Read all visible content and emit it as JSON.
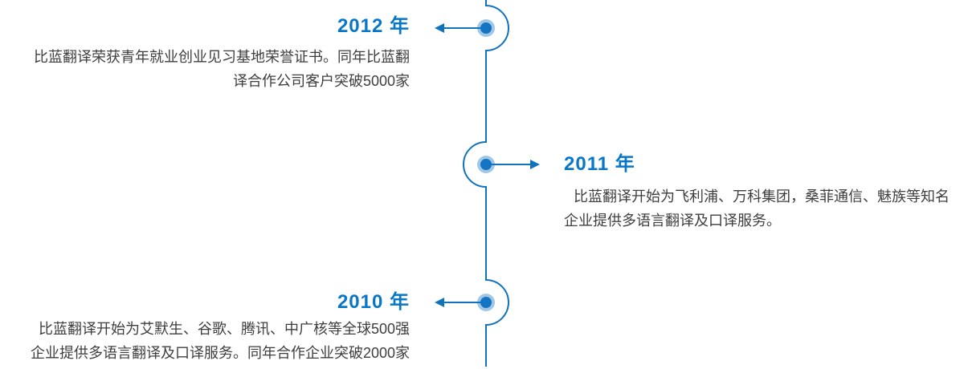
{
  "theme": {
    "page_background": "#ffffff",
    "accent_blue": "#0877c8",
    "line_blue": "#1273bd",
    "dot_blue": "#1474c2",
    "body_text": "#3e3e3e"
  },
  "timeline": {
    "type": "vertical-history-timeline",
    "milestones": [
      {
        "year_label": "2012 年",
        "side": "left",
        "marker": "dot-with-left-arrow",
        "lines": [
          "比蓝翻译荣获青年就业创业见习基地荣誉证书。同年比蓝翻",
          "译合作公司客户突破5000家"
        ]
      },
      {
        "year_label": "2011 年",
        "side": "right",
        "marker": "dot-with-right-arrow",
        "lines": [
          "比蓝翻译开始为飞利浦、万科集团，桑菲通信、魅族等知名",
          "企业提供多语言翻译及口译服务。"
        ]
      },
      {
        "year_label": "2010 年",
        "side": "left",
        "marker": "dot-with-left-arrow",
        "lines": [
          "比蓝翻译开始为艾默生、谷歌、腾讯、中广核等全球500强",
          "企业提供多语言翻译及口译服务。同年合作企业突破2000家"
        ]
      }
    ]
  }
}
